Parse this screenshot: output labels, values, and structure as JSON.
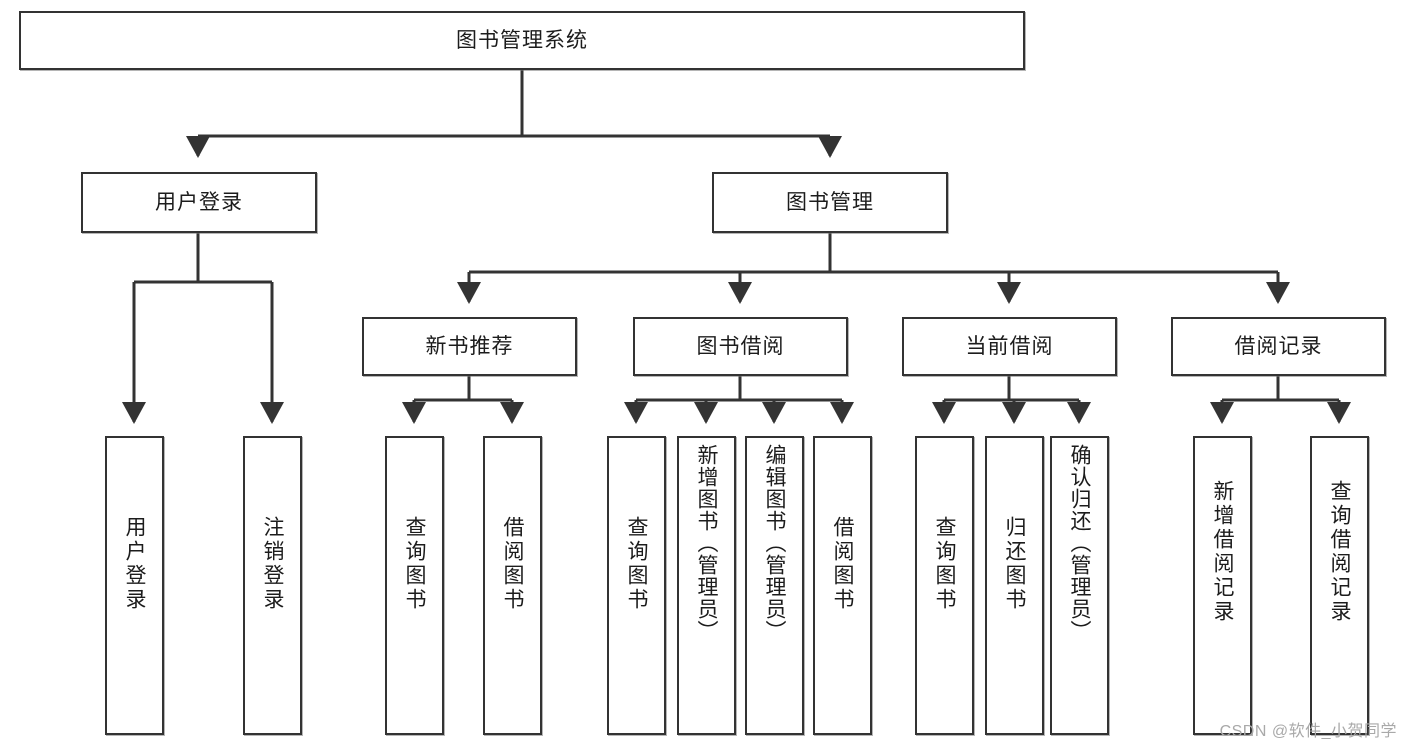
{
  "diagram": {
    "type": "tree-hierarchy",
    "title": "图书管理系统",
    "watermark": "CSDN @软件_小贺同学",
    "colors": {
      "background": "#ffffff",
      "box_border": "#333333",
      "edge": "#333333",
      "text": "#1c1c1c",
      "watermark": "#a9a9a9"
    },
    "levels": [
      {
        "level": 1,
        "nodes": [
          {
            "id": "root",
            "label": "图书管理系统",
            "orientation": "horizontal"
          }
        ]
      },
      {
        "level": 2,
        "nodes": [
          {
            "id": "user-login",
            "label": "用户登录",
            "orientation": "horizontal",
            "parent": "root"
          },
          {
            "id": "book-manage",
            "label": "图书管理",
            "orientation": "horizontal",
            "parent": "root"
          }
        ]
      },
      {
        "level": 3,
        "nodes": [
          {
            "id": "new-book-recommend",
            "label": "新书推荐",
            "orientation": "horizontal",
            "parent": "book-manage"
          },
          {
            "id": "book-borrow",
            "label": "图书借阅",
            "orientation": "horizontal",
            "parent": "book-manage"
          },
          {
            "id": "current-borrow",
            "label": "当前借阅",
            "orientation": "horizontal",
            "parent": "book-manage"
          },
          {
            "id": "borrow-record",
            "label": "借阅记录",
            "orientation": "horizontal",
            "parent": "book-manage"
          }
        ]
      },
      {
        "level": 4,
        "nodes": [
          {
            "id": "leaf-user-login",
            "label": "用户登录",
            "orientation": "vertical",
            "parent": "user-login"
          },
          {
            "id": "leaf-logout",
            "label": "注销登录",
            "orientation": "vertical",
            "parent": "user-login"
          },
          {
            "id": "leaf-query-book-1",
            "label": "查询图书",
            "orientation": "vertical",
            "parent": "new-book-recommend"
          },
          {
            "id": "leaf-borrow-book-1",
            "label": "借阅图书",
            "orientation": "vertical",
            "parent": "new-book-recommend"
          },
          {
            "id": "leaf-query-book-2",
            "label": "查询图书",
            "orientation": "vertical",
            "parent": "book-borrow"
          },
          {
            "id": "leaf-add-book",
            "label": "新增图书（管理员）",
            "orientation": "vertical",
            "parent": "book-borrow"
          },
          {
            "id": "leaf-edit-book",
            "label": "编辑图书（管理员）",
            "orientation": "vertical",
            "parent": "book-borrow"
          },
          {
            "id": "leaf-borrow-book-2",
            "label": "借阅图书",
            "orientation": "vertical",
            "parent": "book-borrow"
          },
          {
            "id": "leaf-query-book-3",
            "label": "查询图书",
            "orientation": "vertical",
            "parent": "current-borrow"
          },
          {
            "id": "leaf-return-book",
            "label": "归还图书",
            "orientation": "vertical",
            "parent": "current-borrow"
          },
          {
            "id": "leaf-confirm-return",
            "label": "确认归还（管理员）",
            "orientation": "vertical",
            "parent": "current-borrow"
          },
          {
            "id": "leaf-add-record",
            "label": "新增借阅记录",
            "orientation": "vertical",
            "parent": "borrow-record"
          },
          {
            "id": "leaf-query-record",
            "label": "查询借阅记录",
            "orientation": "vertical",
            "parent": "borrow-record"
          }
        ]
      }
    ]
  }
}
